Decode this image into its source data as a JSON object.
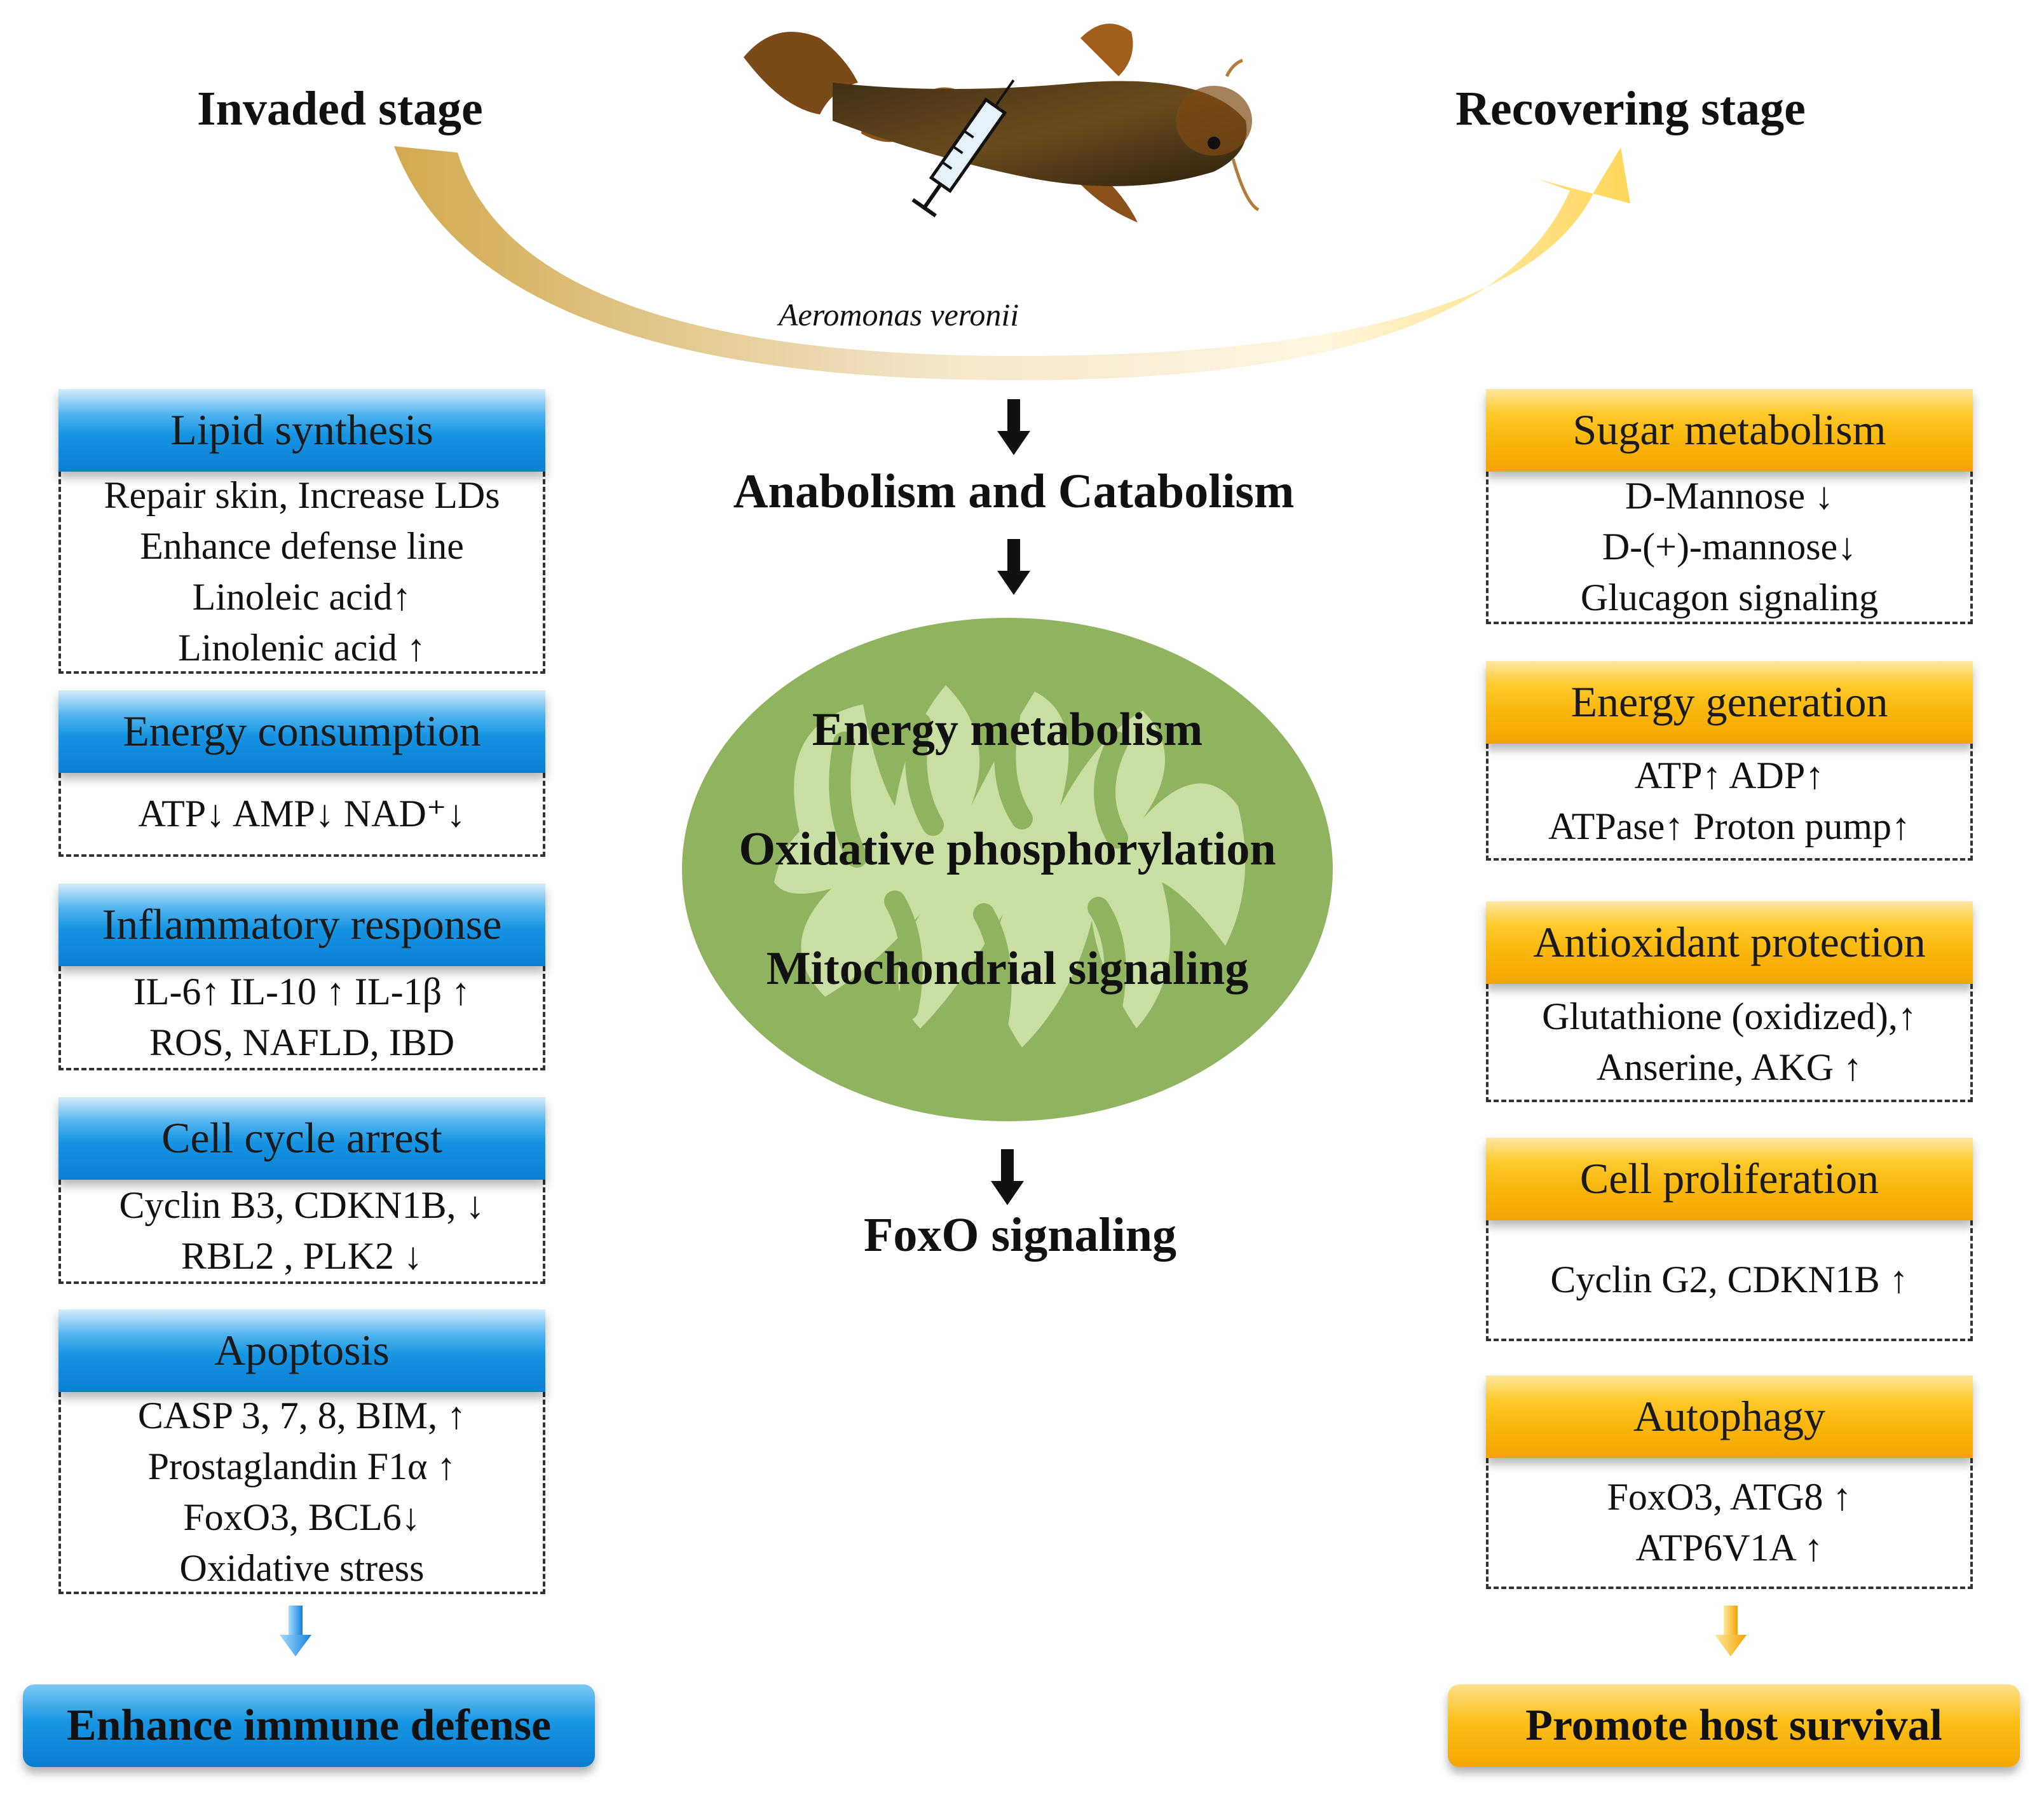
{
  "stages": {
    "left": "Invaded stage",
    "right": "Recovering stage",
    "pathogen": "Aeromonas veronii"
  },
  "center": {
    "anabolism": "Anabolism and Catabolism",
    "mito_lines": [
      "Energy metabolism",
      "Oxidative phosphorylation",
      "Mitochondrial signaling"
    ],
    "foxo": "FoxO signaling"
  },
  "colors": {
    "blue_accent": "#0b7ed3",
    "gold_accent": "#f9b70d",
    "mito_outer": "#8db35d",
    "mito_inner": "#c6dca1"
  },
  "left_panels": [
    {
      "title": "Lipid synthesis",
      "lines": [
        "Repair skin, Increase LDs",
        "Enhance defense line",
        "Linoleic acid↑",
        "Linolenic acid ↑"
      ]
    },
    {
      "title": "Energy consumption",
      "lines": [
        "ATP↓ AMP↓ NAD⁺↓"
      ]
    },
    {
      "title": "Inflammatory response",
      "lines": [
        "IL-6↑ IL-10 ↑ IL-1β ↑",
        "ROS, NAFLD, IBD"
      ]
    },
    {
      "title": "Cell cycle arrest",
      "lines": [
        "Cyclin B3, CDKN1B, ↓",
        "RBL2 , PLK2 ↓"
      ]
    },
    {
      "title": "Apoptosis",
      "lines": [
        "CASP 3, 7, 8, BIM, ↑",
        "Prostaglandin F1α ↑",
        "FoxO3, BCL6↓",
        "Oxidative stress"
      ]
    }
  ],
  "right_panels": [
    {
      "title": "Sugar metabolism",
      "lines": [
        "D-Mannose ↓",
        "D-(+)-mannose↓",
        "Glucagon signaling"
      ]
    },
    {
      "title": "Energy generation",
      "lines": [
        "ATP↑ ADP↑",
        "ATPase↑ Proton pump↑"
      ]
    },
    {
      "title": "Antioxidant protection",
      "lines": [
        "Glutathione (oxidized),↑",
        "Anserine, AKG ↑"
      ]
    },
    {
      "title": "Cell proliferation",
      "lines": [
        "Cyclin G2, CDKN1B ↑"
      ]
    },
    {
      "title": "Autophagy",
      "lines": [
        "FoxO3, ATG8 ↑",
        "ATP6V1A ↑"
      ]
    }
  ],
  "results": {
    "left": "Enhance immune defense",
    "right": "Promote host survival"
  }
}
